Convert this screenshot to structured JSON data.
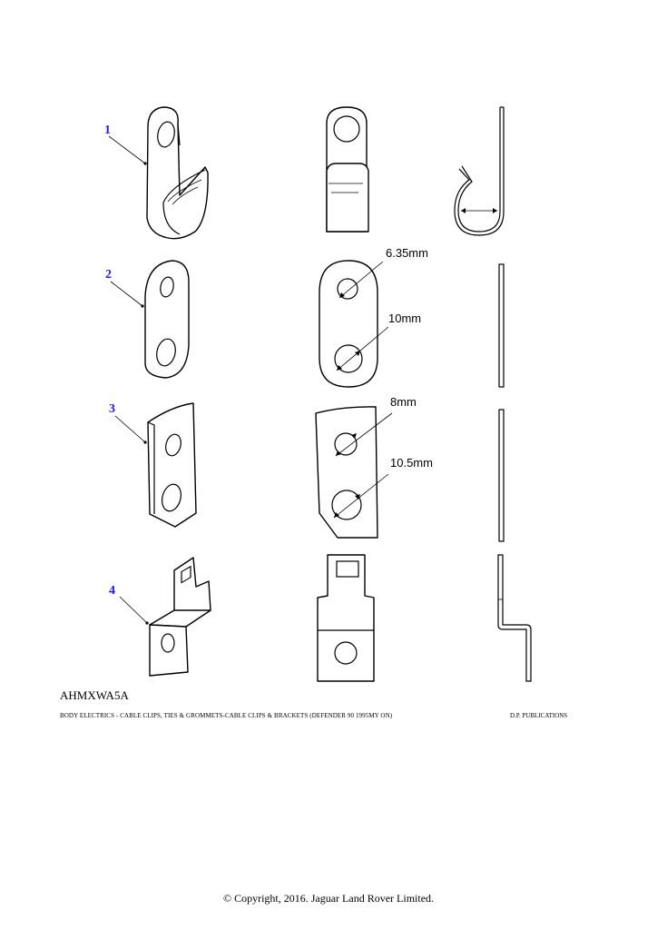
{
  "diagram": {
    "callouts": [
      "1",
      "2",
      "3",
      "4"
    ],
    "dimensions": {
      "clip2_small_hole": "6.35mm",
      "clip2_large_hole": "10mm",
      "clip3_small_hole": "8mm",
      "clip3_large_hole": "10.5mm"
    }
  },
  "footer": {
    "ref_code": "AHMXWA5A",
    "caption": "BODY ELECTRICS - CABLE CLIPS, TIES & GROMMETS-CABLE CLIPS & BRACKETS (DEFENDER 90 1995MY ON)",
    "publisher": "D.P. PUBLICATIONS",
    "copyright": "© Copyright, 2016. Jaguar Land Rover Limited."
  }
}
